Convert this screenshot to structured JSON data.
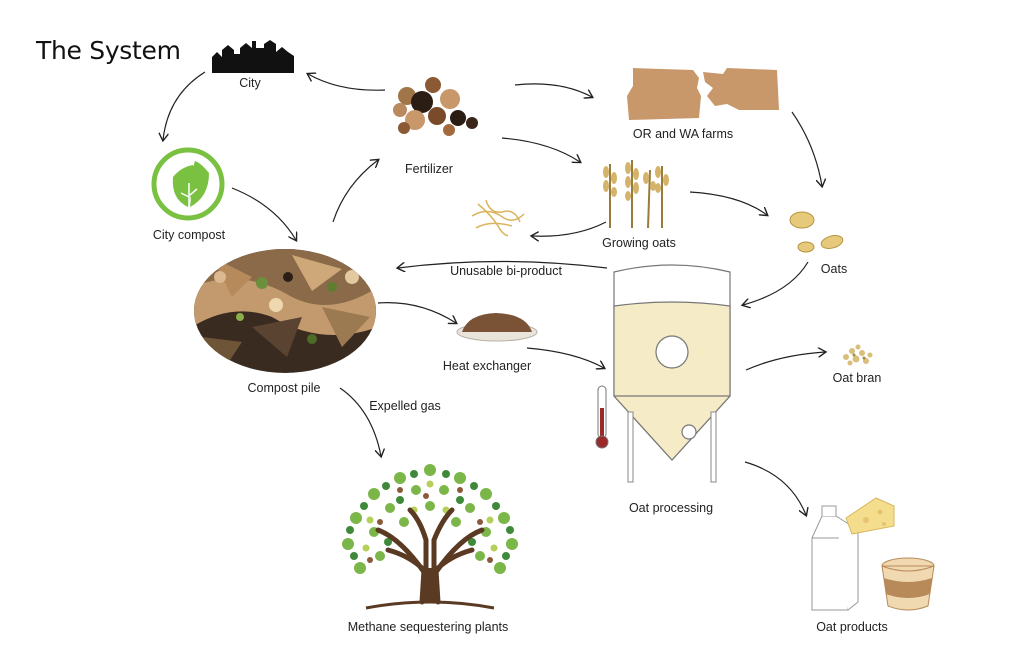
{
  "title": "The System",
  "nodes": {
    "city": "City",
    "city_compost": "City compost",
    "fertilizer": "Fertilizer",
    "farms": "OR and WA farms",
    "growing_oats": "Growing oats",
    "oats": "Oats",
    "unusable": "Unusable bi-product",
    "compost_pile": "Compost pile",
    "heat_exchanger": "Heat exchanger",
    "oat_processing": "Oat processing",
    "oat_bran": "Oat bran",
    "expelled_gas": "Expelled gas",
    "methane_plants": "Methane sequestering plants",
    "oat_products": "Oat products"
  },
  "colors": {
    "compost_green": "#7ac142",
    "soil_brown": "#c8976a",
    "tank_fill": "#f5ebc6",
    "tree_trunk": "#5a3a22",
    "arrow": "#222222"
  }
}
